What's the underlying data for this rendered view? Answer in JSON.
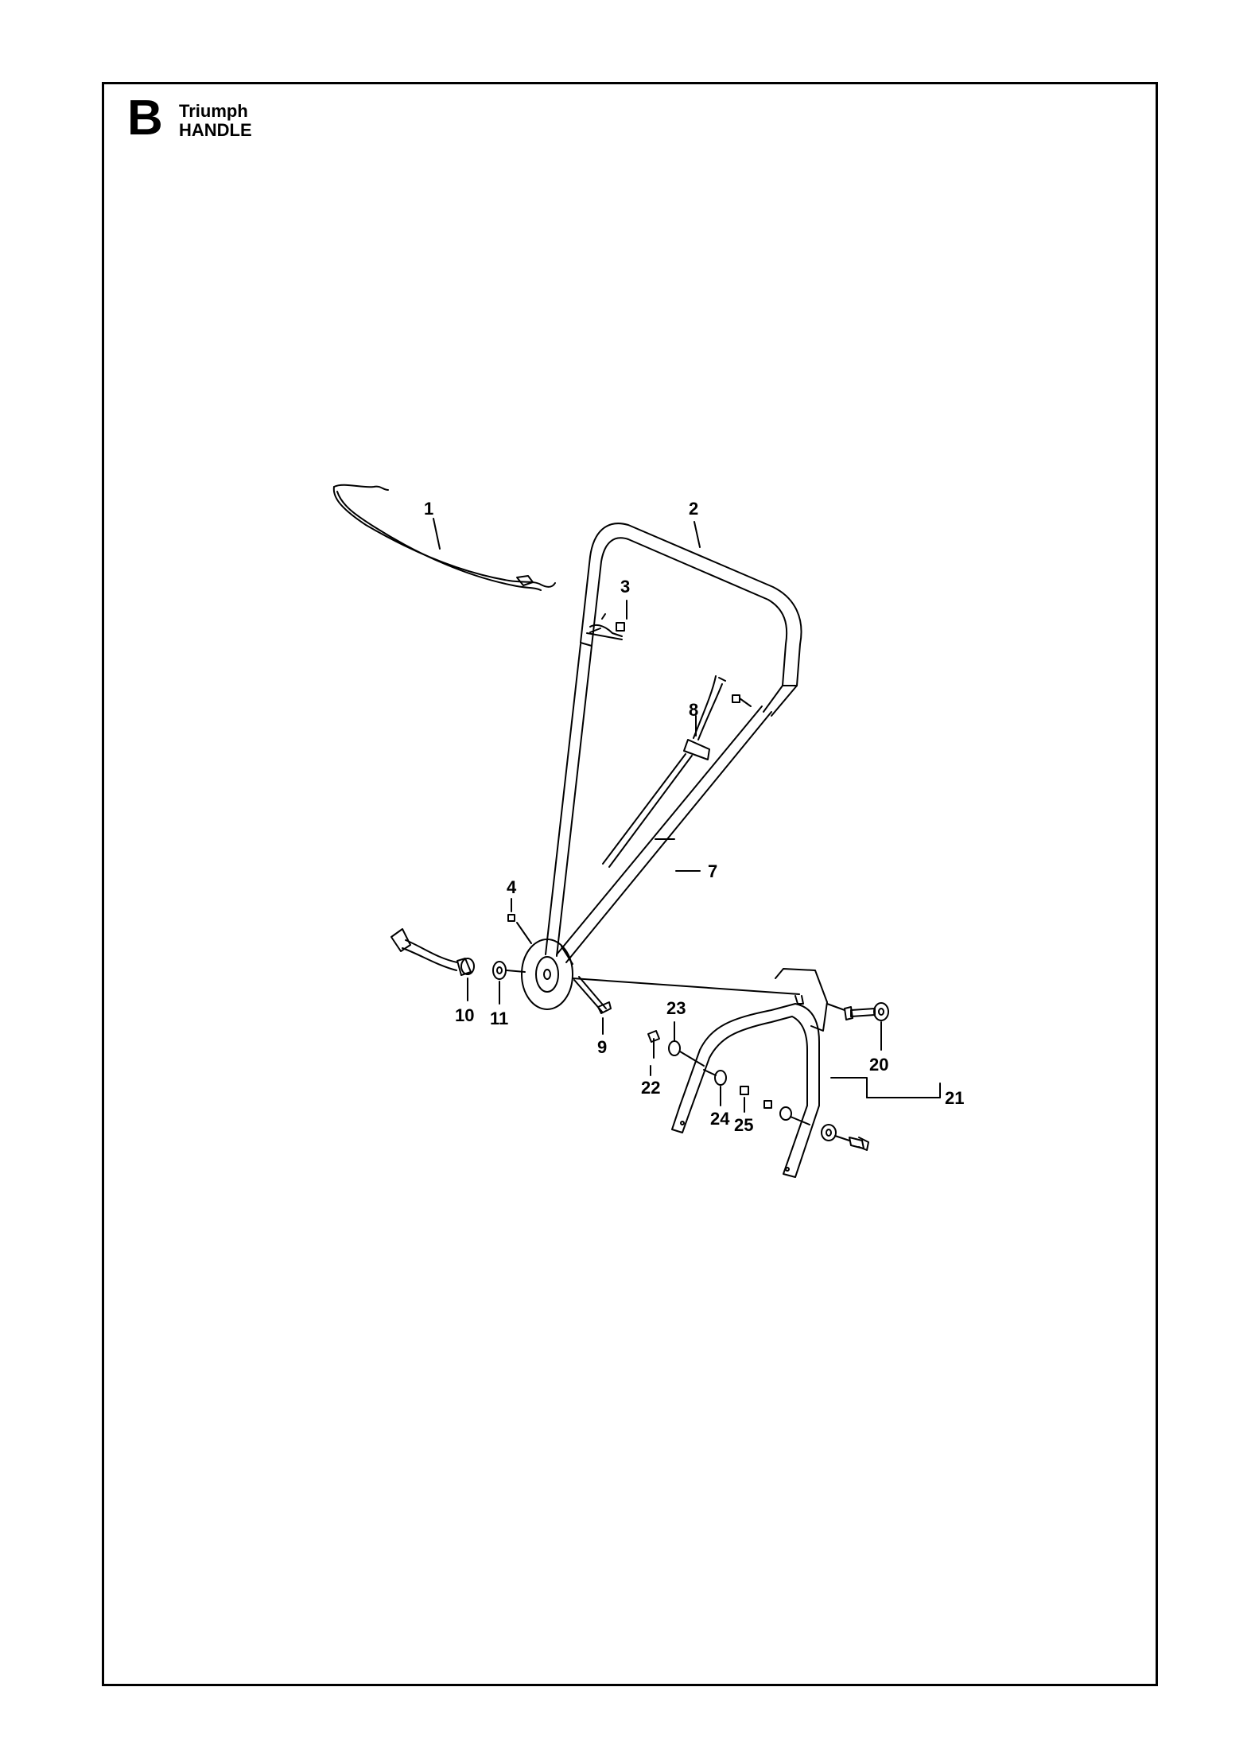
{
  "header": {
    "section_letter": "B",
    "model": "Triumph",
    "title": "HANDLE"
  },
  "callouts": [
    "1",
    "2",
    "3",
    "4",
    "7",
    "8",
    "9",
    "10",
    "11",
    "20",
    "21",
    "22",
    "23",
    "24",
    "25"
  ]
}
